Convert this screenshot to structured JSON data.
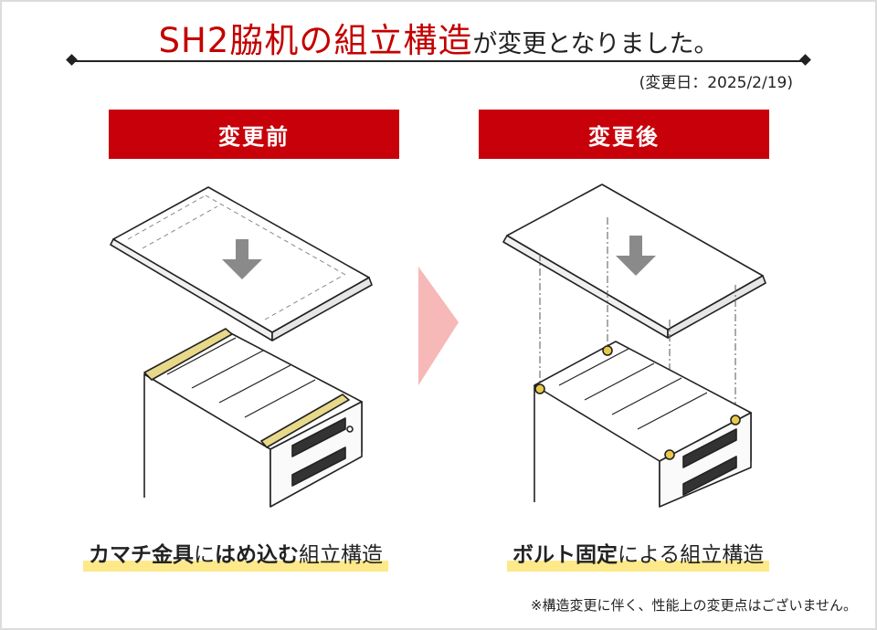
{
  "header": {
    "title_red": "SH2脇机の組立構造",
    "title_black": "が変更となりました。",
    "date": "(変更日：2025/2/19)"
  },
  "before": {
    "label": "変更前",
    "caption_bold1": "カマチ金具",
    "caption_plain1": "に",
    "caption_bold2": "はめ込む",
    "caption_plain2": "組立構造"
  },
  "after": {
    "label": "変更後",
    "caption_bold": "ボルト固定",
    "caption_plain": "による組立構造"
  },
  "footnote": "※構造変更に伴く、性能上の変更点はございません。",
  "colors": {
    "accent_red": "#c8000a",
    "title_red": "#c40000",
    "highlight": "#fde98a",
    "arrow_pink": "#f7b8b8",
    "bracket_gold": "#e8d98a"
  }
}
